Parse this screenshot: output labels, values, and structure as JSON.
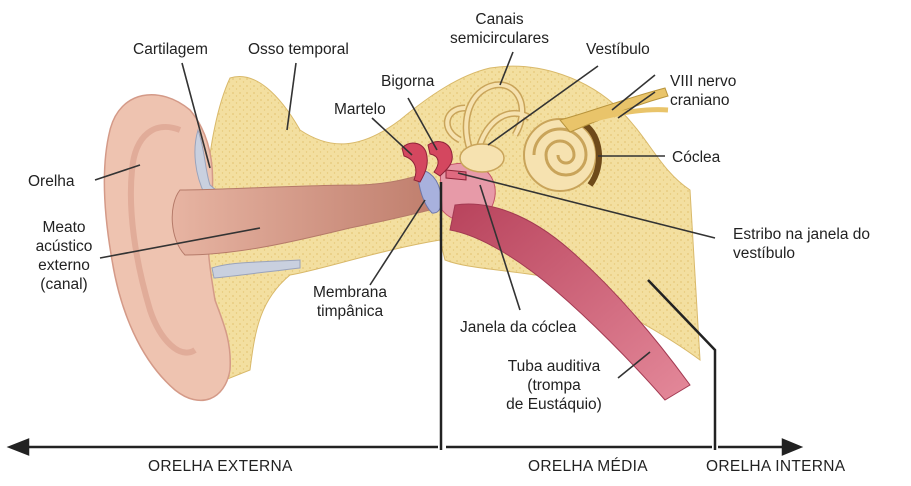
{
  "labels": {
    "cartilagem": "Cartilagem",
    "osso_temporal": "Osso temporal",
    "canais": "Canais\nsemicirculares",
    "vestibulo": "Vestíbulo",
    "bigorna": "Bigorna",
    "martelo": "Martelo",
    "nervo": "VIII nervo\ncraniano",
    "coclea": "Cóclea",
    "orelha": "Orelha",
    "meato": "Meato\nacústico\nexterno\n(canal)",
    "membrana": "Membrana\ntimpânica",
    "estribo": "Estribo na janela do\nvestíbulo",
    "janela_coclea": "Janela da cóclea",
    "tuba": "Tuba auditiva\n(trompa\nde Eustáquio)"
  },
  "regions": {
    "externa": "ORELHA EXTERNA",
    "media": "ORELHA MÉDIA",
    "interna": "ORELHA INTERNA"
  },
  "colors": {
    "bone": "#f3dfa0",
    "bone_dots": "#e6c878",
    "skin": "#eec3b0",
    "skin_dark": "#d89c8a",
    "canal": "#c98f7d",
    "cartilage": "#c9d0df",
    "tube": "#c35268",
    "tube_light": "#e08294",
    "membrane": "#a8b1dd",
    "ossicle": "#d4475f",
    "inner_ear": "#f6e2b0",
    "leader": "#333333"
  }
}
